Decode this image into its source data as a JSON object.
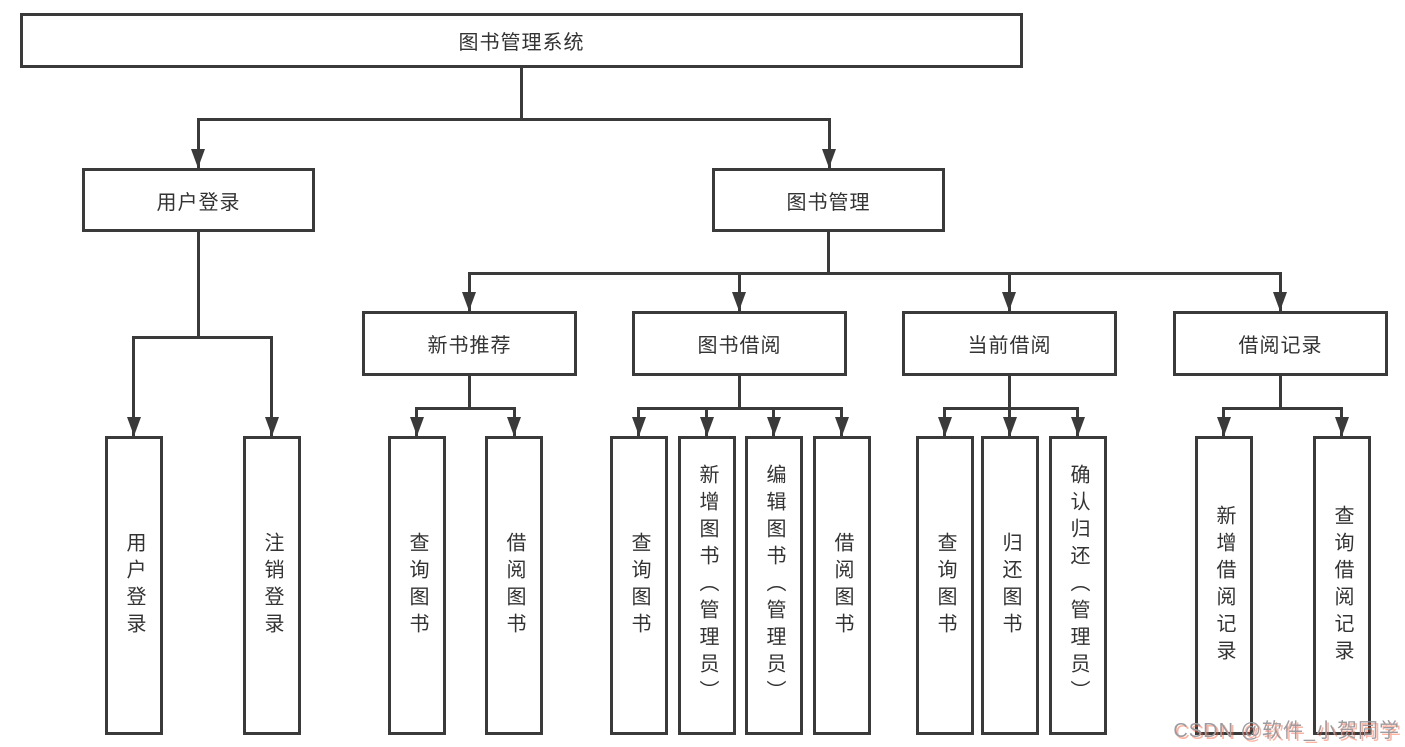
{
  "diagram": {
    "title": "图书管理系统",
    "root": {
      "label": "图书管理系统"
    },
    "branches": [
      {
        "label": "用户登录",
        "leaves": [
          {
            "label": "用户登录"
          },
          {
            "label": "注销登录"
          }
        ]
      },
      {
        "label": "图书管理",
        "groups": [
          {
            "label": "新书推荐",
            "leaves": [
              {
                "label": "查询图书"
              },
              {
                "label": "借阅图书"
              }
            ]
          },
          {
            "label": "图书借阅",
            "leaves": [
              {
                "label": "查询图书"
              },
              {
                "label": "新增图书（管理员）"
              },
              {
                "label": "编辑图书（管理员）"
              },
              {
                "label": "借阅图书"
              }
            ]
          },
          {
            "label": "当前借阅",
            "leaves": [
              {
                "label": "查询图书"
              },
              {
                "label": "归还图书"
              },
              {
                "label": "确认归还（管理员）"
              }
            ]
          },
          {
            "label": "借阅记录",
            "leaves": [
              {
                "label": "新增借阅记录"
              },
              {
                "label": "查询借阅记录"
              }
            ]
          }
        ]
      }
    ]
  },
  "watermark": {
    "text": "CSDN @软件_小贺同学"
  },
  "colors": {
    "line": "#3a3a3a",
    "text": "#333333",
    "background": "#ffffff",
    "watermark_gray": "#9c9ca0",
    "watermark_accent": "#fc5531"
  }
}
